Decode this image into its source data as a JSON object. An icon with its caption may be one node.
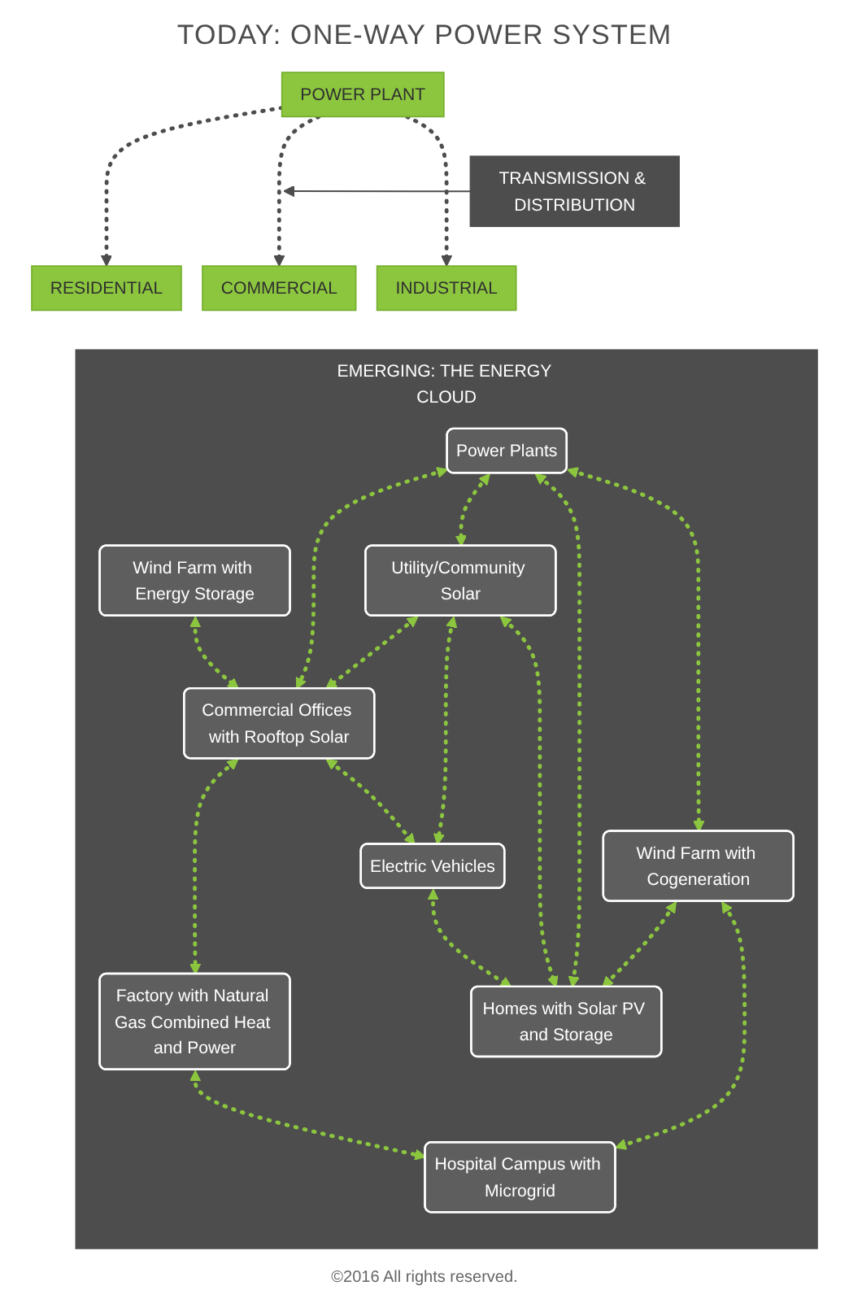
{
  "diagram": {
    "nodes": [
      {
        "text": [
          "POWER PLANT"
        ]
      },
      {
        "text": [
          "TRANSMISSION & DISTRIBUTION"
        ]
      },
      {
        "text": [
          "RESIDENTIAL"
        ]
      },
      {
        "text": [
          "COMMERCIAL"
        ]
      },
      {
        "text": [
          "INDUSTRIAL"
        ]
      },
      {
        "text": [
          "EMERGING: THE ENERGY CLOUD"
        ]
      },
      {
        "text": [
          "Wind Farm with Energy Storage"
        ],
        "in": 5
      },
      {
        "text": [
          "Power Plants"
        ],
        "in": 5
      },
      {
        "text": [
          "Utility/Community Solar"
        ],
        "in": 5
      },
      {
        "text": [
          "Commercial Offices with Rooftop Solar"
        ],
        "in": 5
      },
      {
        "text": [
          "Wind Farm with Cogeneration"
        ],
        "in": 5
      },
      {
        "text": [
          "Electric Vehicles"
        ],
        "in": 5
      },
      {
        "text": [
          "Homes with Solar PV and Storage"
        ],
        "in": 5
      },
      {
        "text": [
          "Factory with Natural Gas Combined Heat and Power"
        ],
        "in": 5
      },
      {
        "text": [
          "Hospital Campus with Microgrid"
        ],
        "in": 5
      }
    ],
    "edges": [
      {
        "from": 0,
        "to": 2,
        "arrow": "to",
        "style": "dashed",
        "color": "#4d4d4d"
      },
      {
        "from": 0,
        "to": 3,
        "arrow": "to",
        "style": "dashed",
        "color": "#4d4d4d"
      },
      {
        "from": 0,
        "to": 4,
        "arrow": "to",
        "style": "dashed",
        "color": "#4d4d4d"
      },
      {
        "from": 1,
        "to": null,
        "arrow": "to",
        "color": "#4d4d4d"
      },
      {
        "from": 6,
        "to": 9,
        "arrow": "both",
        "style": "dashed"
      },
      {
        "from": 7,
        "to": 9,
        "arrow": "both",
        "style": "dashed"
      },
      {
        "from": 8,
        "to": 9,
        "arrow": "both",
        "style": "dashed"
      },
      {
        "from": 9,
        "to": 13,
        "arrow": "both",
        "style": "dashed"
      },
      {
        "from": 9,
        "to": 11,
        "arrow": "both",
        "style": "dashed"
      },
      {
        "from": 7,
        "to": 8,
        "arrow": "both",
        "style": "dashed"
      },
      {
        "from": 7,
        "to": 12,
        "arrow": "both",
        "style": "dashed"
      },
      {
        "from": 7,
        "to": 10,
        "arrow": "both",
        "style": "dashed"
      },
      {
        "from": 8,
        "to": 11,
        "arrow": "both",
        "style": "dashed"
      },
      {
        "from": 8,
        "to": 12,
        "arrow": "both",
        "style": "dashed"
      },
      {
        "from": 11,
        "to": 12,
        "arrow": "both",
        "style": "dashed"
      },
      {
        "from": 10,
        "to": 12,
        "arrow": "both",
        "style": "dashed"
      },
      {
        "from": 13,
        "to": 14,
        "arrow": "both",
        "style": "dashed"
      },
      {
        "from": 10,
        "to": 14,
        "arrow": "both",
        "style": "dashed"
      }
    ],
    "labels": [
      "TODAY: ONE-WAY POWER SYSTEM",
      "©2016 All rights reserved."
    ]
  }
}
